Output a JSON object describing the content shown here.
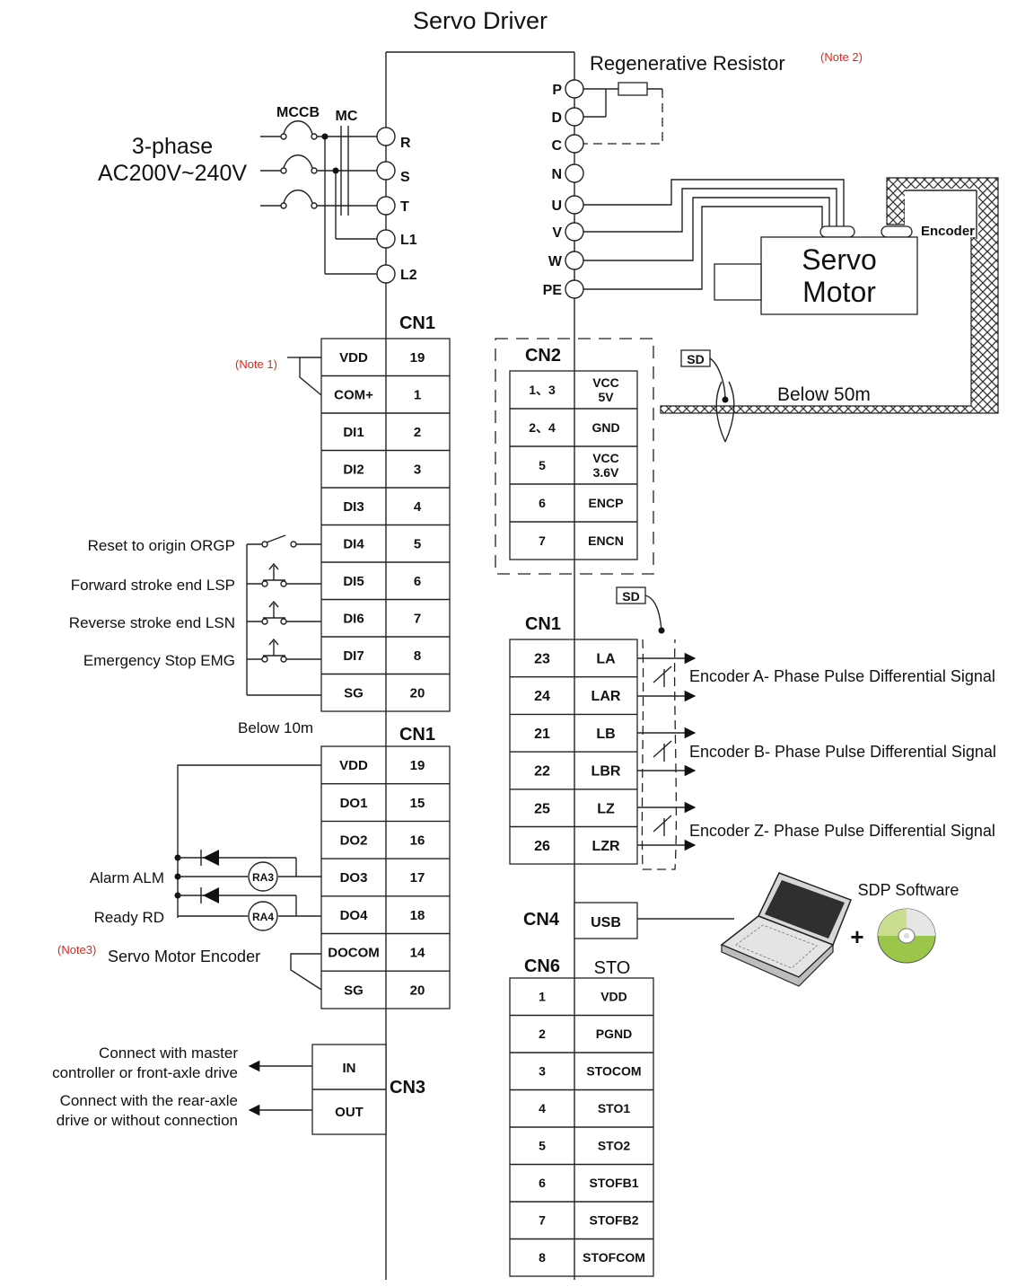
{
  "title": "Servo Driver",
  "power": {
    "input_line1": "3-phase",
    "input_line2": "AC200V~240V",
    "mccb": "MCCB",
    "mc": "MC",
    "terminals": [
      "R",
      "S",
      "T",
      "L1",
      "L2"
    ]
  },
  "regen": {
    "label": "Regenerative Resistor",
    "note": "(Note 2)",
    "terminals": [
      "P",
      "D",
      "C",
      "N",
      "U",
      "V",
      "W",
      "PE"
    ]
  },
  "motor": {
    "line1": "Servo",
    "line2": "Motor",
    "encoder": "Encoder"
  },
  "cable": {
    "sd": "SD",
    "below50": "Below 50m",
    "below10": "Below 10m"
  },
  "cn1_input": {
    "title": "CN1",
    "note1": "(Note 1)",
    "rows": [
      {
        "name": "VDD",
        "pin": "19"
      },
      {
        "name": "COM+",
        "pin": "1"
      },
      {
        "name": "DI1",
        "pin": "2"
      },
      {
        "name": "DI2",
        "pin": "3"
      },
      {
        "name": "DI3",
        "pin": "4"
      },
      {
        "name": "DI4",
        "pin": "5"
      },
      {
        "name": "DI5",
        "pin": "6"
      },
      {
        "name": "DI6",
        "pin": "7"
      },
      {
        "name": "DI7",
        "pin": "8"
      },
      {
        "name": "SG",
        "pin": "20"
      }
    ],
    "signals": [
      "Reset to origin ORGP",
      "Forward stroke end LSP",
      "Reverse stroke end LSN",
      "Emergency Stop EMG"
    ]
  },
  "cn1_output": {
    "title": "CN1",
    "rows": [
      {
        "name": "VDD",
        "pin": "19"
      },
      {
        "name": "DO1",
        "pin": "15"
      },
      {
        "name": "DO2",
        "pin": "16"
      },
      {
        "name": "DO3",
        "pin": "17"
      },
      {
        "name": "DO4",
        "pin": "18"
      },
      {
        "name": "DOCOM",
        "pin": "14"
      },
      {
        "name": "SG",
        "pin": "20"
      }
    ],
    "alarm": "Alarm ALM",
    "ready": "Ready RD",
    "ra3": "RA3",
    "ra4": "RA4",
    "note3": "(Note3)",
    "encoder_note": "Servo Motor Encoder"
  },
  "cn3": {
    "title": "CN3",
    "in": "IN",
    "out": "OUT",
    "in_desc1": "Connect with master",
    "in_desc2": "controller or front-axle drive",
    "out_desc1": "Connect with the rear-axle",
    "out_desc2": "drive or without connection"
  },
  "cn2": {
    "title": "CN2",
    "rows": [
      {
        "pin": "1、3",
        "name1": "VCC",
        "name2": "5V"
      },
      {
        "pin": "2、4",
        "name1": "GND",
        "name2": ""
      },
      {
        "pin": "5",
        "name1": "VCC",
        "name2": "3.6V"
      },
      {
        "pin": "6",
        "name1": "ENCP",
        "name2": ""
      },
      {
        "pin": "7",
        "name1": "ENCN",
        "name2": ""
      }
    ]
  },
  "cn1_encoder": {
    "title": "CN1",
    "rows": [
      {
        "pin": "23",
        "name": "LA"
      },
      {
        "pin": "24",
        "name": "LAR"
      },
      {
        "pin": "21",
        "name": "LB"
      },
      {
        "pin": "22",
        "name": "LBR"
      },
      {
        "pin": "25",
        "name": "LZ"
      },
      {
        "pin": "26",
        "name": "LZR"
      }
    ],
    "signals": [
      "Encoder A- Phase Pulse Differential Signal",
      "Encoder B- Phase Pulse Differential Signal",
      "Encoder Z- Phase Pulse Differential Signal"
    ]
  },
  "cn4": {
    "title": "CN4",
    "usb": "USB",
    "software": "SDP Software",
    "plus": "+"
  },
  "cn6": {
    "title": "CN6",
    "subtitle": "STO",
    "rows": [
      {
        "pin": "1",
        "name": "VDD"
      },
      {
        "pin": "2",
        "name": "PGND"
      },
      {
        "pin": "3",
        "name": "STOCOM"
      },
      {
        "pin": "4",
        "name": "STO1"
      },
      {
        "pin": "5",
        "name": "STO2"
      },
      {
        "pin": "6",
        "name": "STOFB1"
      },
      {
        "pin": "7",
        "name": "STOFB2"
      },
      {
        "pin": "8",
        "name": "STOFCOM"
      }
    ]
  }
}
